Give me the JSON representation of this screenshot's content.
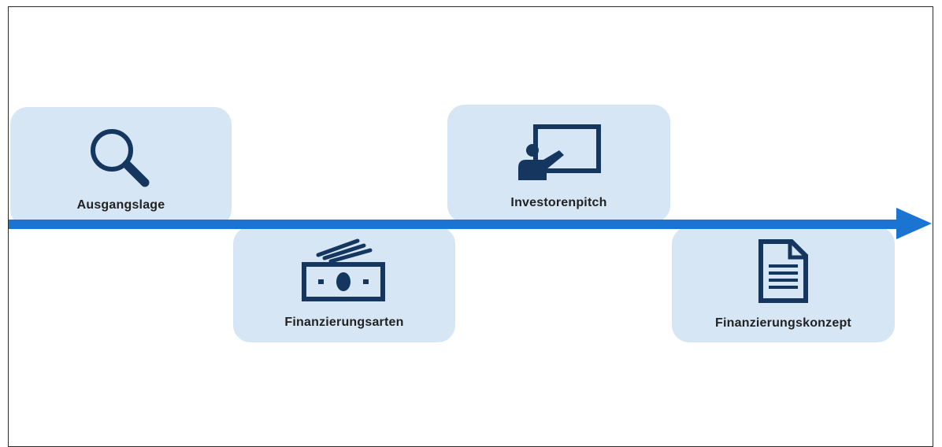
{
  "steps": [
    {
      "label": "Ausgangslage",
      "icon": "magnifying-glass-icon"
    },
    {
      "label": "Finanzierungsarten",
      "icon": "money-bills-icon"
    },
    {
      "label": "Investorenpitch",
      "icon": "presentation-board-icon"
    },
    {
      "label": "Finanzierungskonzept",
      "icon": "document-icon"
    }
  ],
  "colors": {
    "card_fill": "#d6e6f5",
    "arrow": "#1c74d2",
    "icon": "#14365f",
    "text": "#222222"
  }
}
